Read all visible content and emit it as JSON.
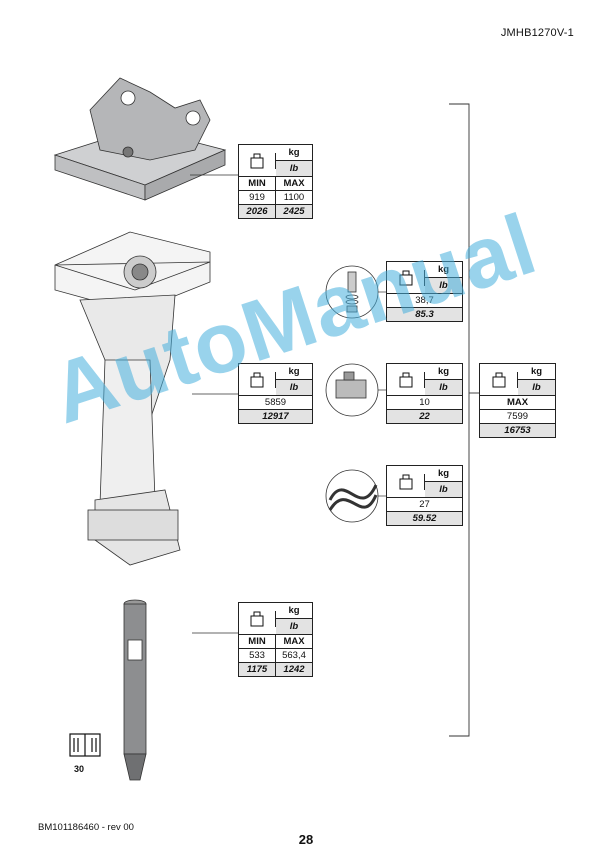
{
  "header": {
    "code": "JMHB1270V-1"
  },
  "footer": {
    "doc_ref": "BM101186460 - rev 00",
    "page": "28"
  },
  "manual_ref": "30",
  "watermark": "AutoManual",
  "tables": {
    "bracket": {
      "unit_kg": "kg",
      "unit_lb": "lb",
      "min_label": "MIN",
      "max_label": "MAX",
      "min_kg": "919",
      "max_kg": "1100",
      "min_lb": "2026",
      "max_lb": "2425"
    },
    "bolts": {
      "unit_kg": "kg",
      "unit_lb": "lb",
      "kg": "38,7",
      "lb": "85.3"
    },
    "hammer": {
      "unit_kg": "kg",
      "unit_lb": "lb",
      "kg": "5859",
      "lb": "12917"
    },
    "valve": {
      "unit_kg": "kg",
      "unit_lb": "lb",
      "kg": "10",
      "lb": "22"
    },
    "total": {
      "unit_kg": "kg",
      "unit_lb": "lb",
      "max_label": "MAX",
      "kg": "7599",
      "lb": "16753"
    },
    "hoses": {
      "unit_kg": "kg",
      "unit_lb": "lb",
      "kg": "27",
      "lb": "59.52"
    },
    "tool": {
      "unit_kg": "kg",
      "unit_lb": "lb",
      "min_label": "MIN",
      "max_label": "MAX",
      "min_kg": "533",
      "max_kg": "563,4",
      "min_lb": "1175",
      "max_lb": "1242"
    }
  }
}
